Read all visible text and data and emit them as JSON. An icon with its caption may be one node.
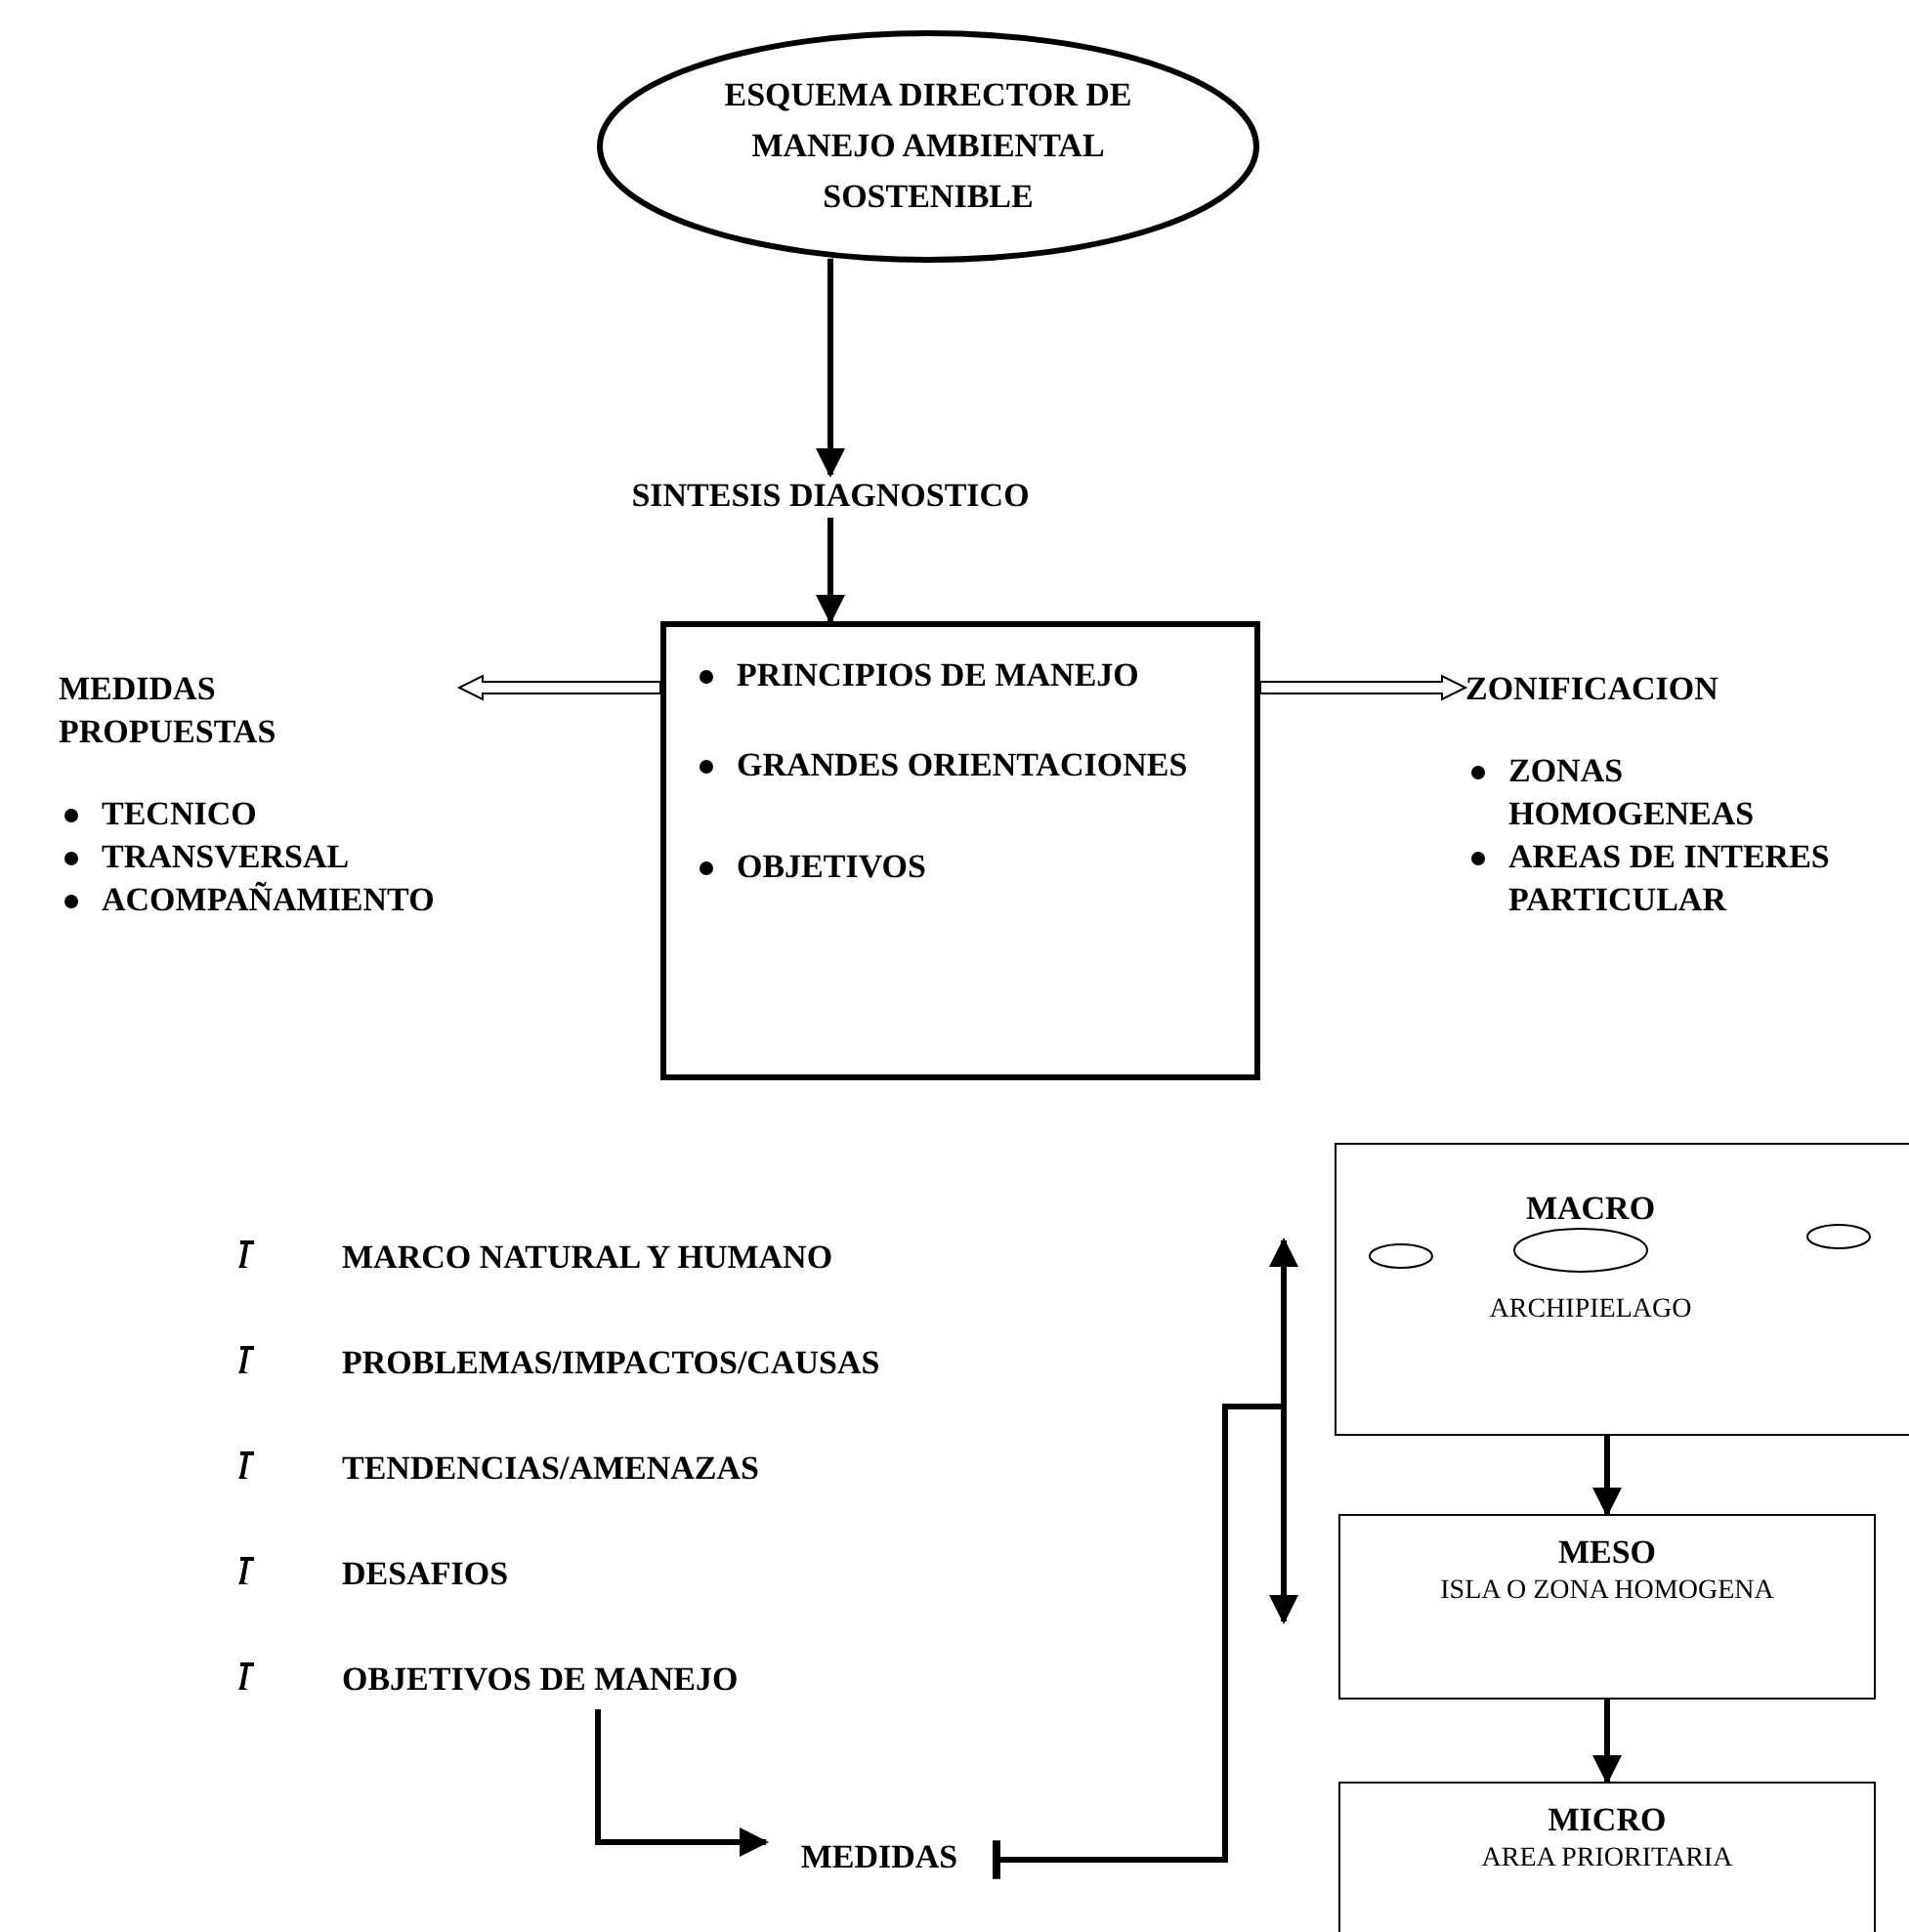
{
  "diagram": {
    "nodes": [
      {
        "text": [
          "ESQUEMA DIRECTOR DE MANEJO AMBIENTAL SOSTENIBLE"
        ]
      },
      {
        "text": [
          "SINTESIS DIAGNOSTICO"
        ]
      },
      {
        "text": [
          "PRINCIPIOS DE MANEJO",
          "GRANDES ORIENTACIONES",
          "OBJETIVOS"
        ]
      },
      {
        "text": [
          "MEDIDAS PROPUESTAS",
          "TECNICO",
          "TRANSVERSAL",
          "ACOMPAÑAMIENTO"
        ]
      },
      {
        "text": [
          "ZONIFICACION",
          "ZONAS HOMOGENEAS",
          "AREAS DE INTERES PARTICULAR"
        ]
      },
      {
        "text": [
          "MARCO NATURAL Y HUMANO",
          "PROBLEMAS/IMPACTOS/CAUSAS",
          "TENDENCIAS/AMENAZAS",
          "DESAFIOS",
          "OBJETIVOS DE MANEJO"
        ]
      },
      {
        "text": [
          "MEDIDAS"
        ]
      },
      {
        "text": [
          "MACRO",
          "ARCHIPIELAGO"
        ]
      },
      {
        "text": [
          "MESO",
          "ISLA O ZONA HOMOGENA"
        ]
      },
      {
        "text": [
          "MICRO",
          "AREA PRIORITARIA"
        ]
      }
    ],
    "edges": [
      {
        "from": 0,
        "to": 1,
        "arrow": "to"
      },
      {
        "from": 1,
        "to": 2,
        "arrow": "to"
      },
      {
        "from": 2,
        "to": 3,
        "arrow": "to"
      },
      {
        "from": 2,
        "to": 4,
        "arrow": "to"
      },
      {
        "from": 5,
        "to": 6,
        "arrow": "to"
      },
      {
        "from": 6,
        "to": 7,
        "arrow": "to"
      },
      {
        "from": 6,
        "to": 8,
        "arrow": "to"
      },
      {
        "from": 7,
        "to": 8,
        "arrow": "to"
      },
      {
        "from": 8,
        "to": 9,
        "arrow": "to"
      }
    ]
  }
}
